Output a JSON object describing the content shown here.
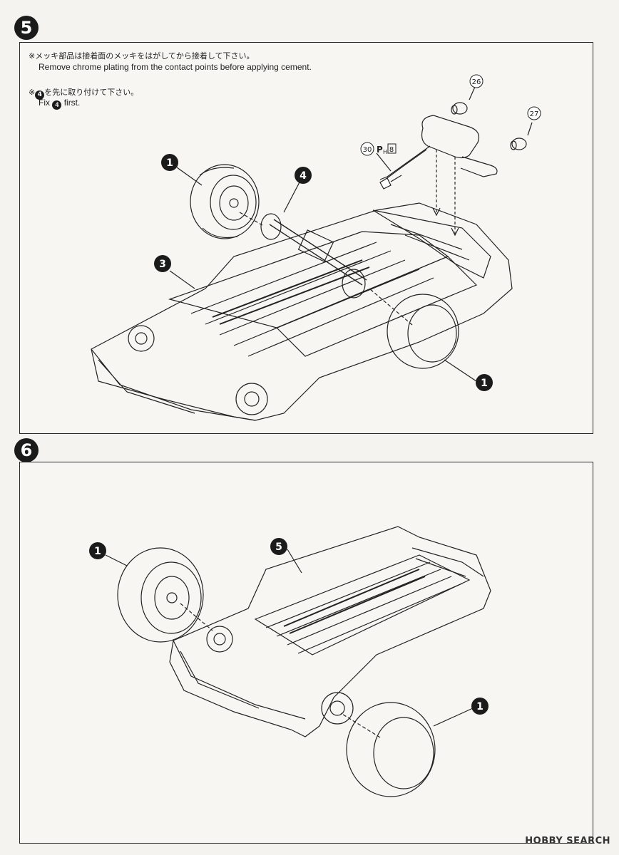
{
  "step5": {
    "number": "5",
    "note1_jp": "※メッキ部品は接着面のメッキをはがしてから接着して下さい。",
    "note1_en": "Remove chrome plating from the contact points before applying cement.",
    "note2_jp_prefix": "※",
    "note2_jp_badge": "4",
    "note2_jp_suffix": "を先に取り付けて下さい。",
    "note2_en_prefix": "Fix",
    "note2_en_badge": "4",
    "note2_en_suffix": "first.",
    "callouts": {
      "wheel_rear": "1",
      "part4": "4",
      "part3": "3",
      "wheel_front": "1"
    },
    "parts": {
      "p26": "26",
      "p27": "27",
      "p30": "30",
      "p30_tag_p": "P",
      "p30_tag_h": "H",
      "p30_tag_num": "8"
    }
  },
  "step6": {
    "number": "6",
    "callouts": {
      "wheel_rear": "1",
      "part5": "5",
      "wheel_front": "1"
    }
  },
  "watermark": "HOBBY SEARCH"
}
